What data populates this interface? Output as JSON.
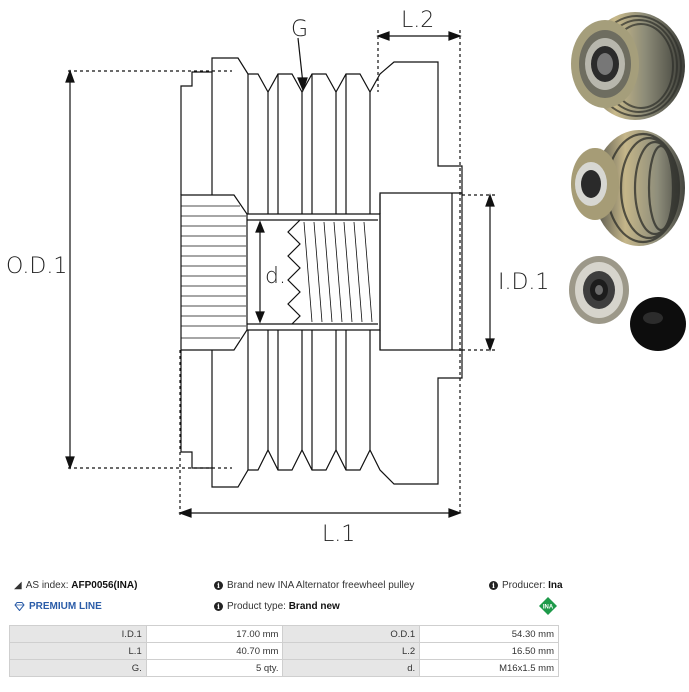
{
  "drawing": {
    "labels": {
      "g": "G",
      "l2": "L.2",
      "od1": "O.D.1",
      "d": "d.",
      "id1": "I.D.1",
      "l1": "L.1"
    },
    "line_color": "#111111"
  },
  "photos": [
    {
      "name": "pulley-photo-front",
      "view": "front"
    },
    {
      "name": "pulley-photo-side",
      "view": "side"
    },
    {
      "name": "pulley-photo-with-cap",
      "view": "with cap"
    }
  ],
  "info": {
    "as_index_label": "AS index:",
    "as_index_value": "AFP0056(INA)",
    "description": "Brand new INA Alternator freewheel pulley",
    "producer_label": "Producer:",
    "producer_value": "Ina",
    "premium": "PREMIUM LINE",
    "product_type_label": "Product type:",
    "product_type_value": "Brand new",
    "brand_logo_text": "INA",
    "accent_color": "#2a5ca8",
    "logo_color": "#1e9a4a"
  },
  "specs": [
    {
      "label1": "I.D.1",
      "value1": "17.00 mm",
      "label2": "O.D.1",
      "value2": "54.30 mm"
    },
    {
      "label1": "L.1",
      "value1": "40.70 mm",
      "label2": "L.2",
      "value2": "16.50 mm"
    },
    {
      "label1": "G.",
      "value1": "5 qty.",
      "label2": "d.",
      "value2": "M16x1.5 mm"
    }
  ]
}
